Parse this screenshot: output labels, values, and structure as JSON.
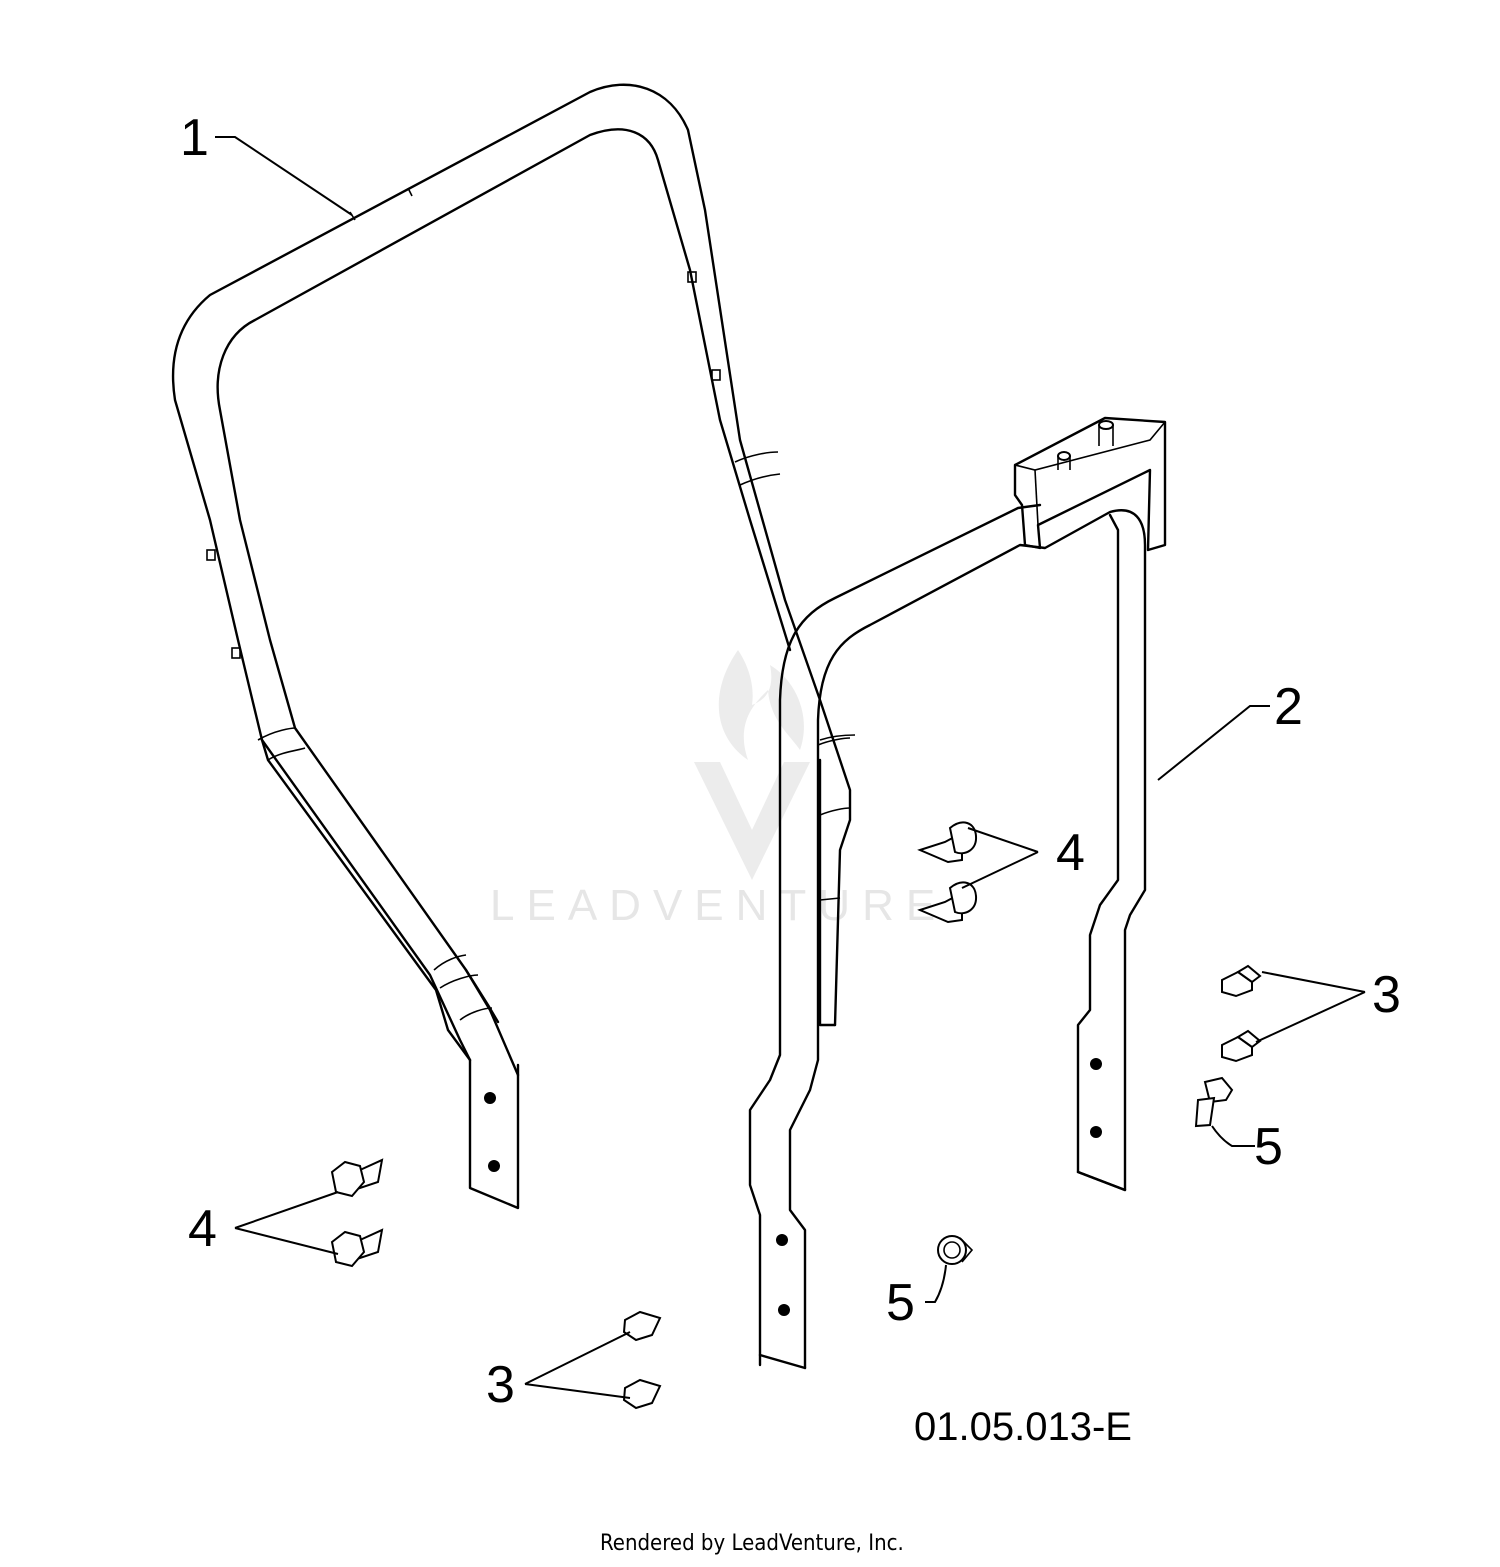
{
  "watermark": {
    "brand": "LEADVENTURE"
  },
  "callouts": [
    {
      "id": "1",
      "label": "1"
    },
    {
      "id": "2",
      "label": "2"
    },
    {
      "id": "3a",
      "label": "3"
    },
    {
      "id": "3b",
      "label": "3"
    },
    {
      "id": "4a",
      "label": "4"
    },
    {
      "id": "4b",
      "label": "4"
    },
    {
      "id": "5a",
      "label": "5"
    },
    {
      "id": "5b",
      "label": "5"
    }
  ],
  "diagram_code": "01.05.013-E",
  "credit": "Rendered by LeadVenture, Inc."
}
